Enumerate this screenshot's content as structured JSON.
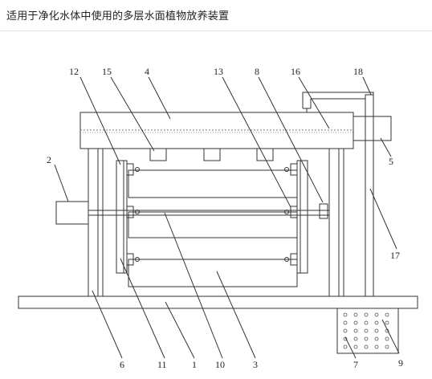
{
  "header": {
    "title": "适用于净化水体中使用的多层水面植物放养装置"
  },
  "diagram": {
    "callouts": [
      "1",
      "2",
      "3",
      "4",
      "5",
      "6",
      "7",
      "8",
      "9",
      "10",
      "11",
      "12",
      "13",
      "15",
      "16",
      "17",
      "18"
    ]
  },
  "colors": {
    "line": "#333333",
    "text": "#222222",
    "rule": "#e3e3e3"
  }
}
